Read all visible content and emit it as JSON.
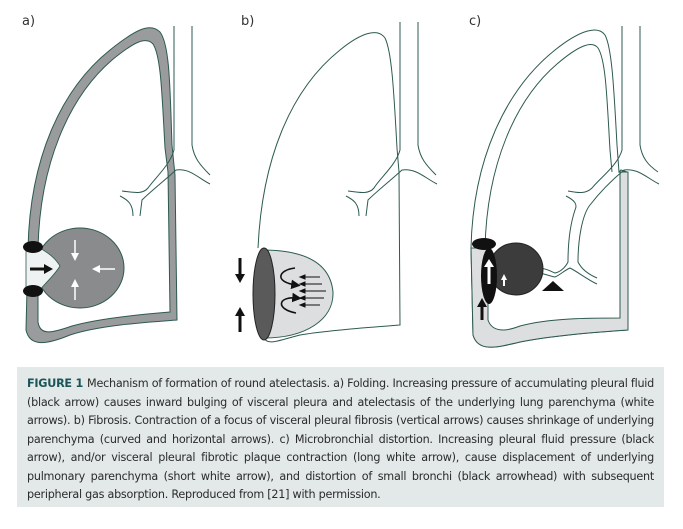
{
  "figure": {
    "panels": [
      {
        "id": "a",
        "label": "a)",
        "mechanism": "Folding"
      },
      {
        "id": "b",
        "label": "b)",
        "mechanism": "Fibrosis"
      },
      {
        "id": "c",
        "label": "c)",
        "mechanism": "Microbronchial distortion"
      }
    ],
    "colors": {
      "outline": "#2d5a50",
      "pleura_thick_a": "#9a9b9d",
      "pleura_c": "#dcdedf",
      "atelectasis_a": "#8a8b8d",
      "fluid_a": "#eef2f3",
      "parenchyma_b": "#dcdedf",
      "plaque_b": "#5a5a5a",
      "atelectasis_c": "#3c3c3c",
      "caption_bg": "#e3e8e8",
      "caption_label": "#1a5558"
    }
  },
  "caption": {
    "label": "FIGURE 1",
    "text": "Mechanism of formation of round atelectasis. a) Folding. Increasing pressure of accumulating pleural fluid (black arrow) causes inward bulging of visceral pleura and atelectasis of the underlying lung parenchyma (white arrows). b) Fibrosis. Contraction of a focus of visceral pleural fibrosis (vertical arrows) causes shrinkage of underlying parenchyma (curved and horizontal arrows). c) Microbronchial distortion. Increasing pleural fluid pressure (black arrow), and/or visceral pleural fibrotic plaque contraction (long white arrow), cause displacement of underlying pulmonary parenchyma (short white arrow), and distortion of small bronchi (black arrowhead) with subsequent peripheral gas absorption. Reproduced from [21] with permission."
  }
}
